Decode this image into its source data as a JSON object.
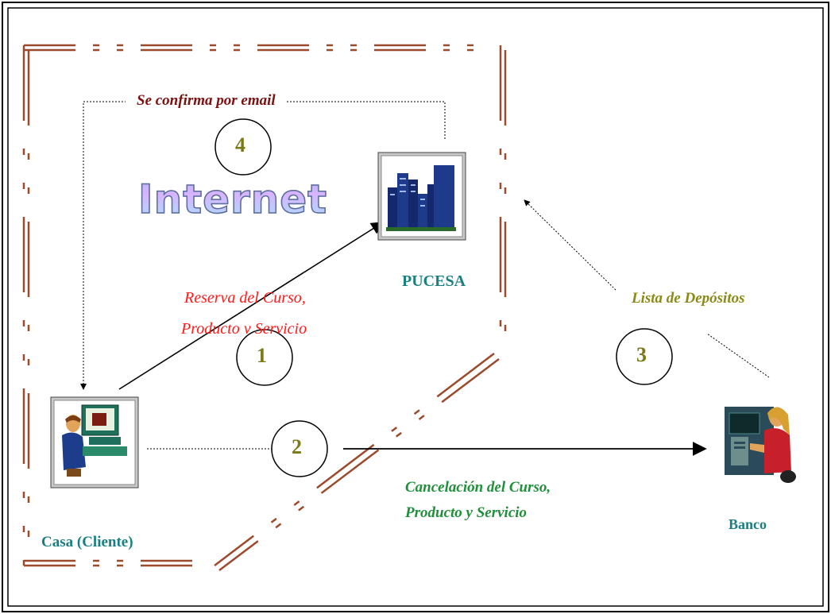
{
  "labels": {
    "top_email": "Se confirma por email",
    "internet": "Internet",
    "pucesa": "PUCESA",
    "reserva_line1": "Reserva del Curso,",
    "reserva_line2": "Producto y Servicio",
    "lista_depositos": "Lista de Depósitos",
    "cancelacion_line1": "Cancelación del  Curso,",
    "cancelacion_line2": "Producto y Servicio",
    "casa": "Casa (Cliente)",
    "banco": "Banco"
  },
  "steps": [
    "1",
    "2",
    "3",
    "4"
  ],
  "icons": {
    "pucesa": "office-buildings-icon",
    "casa": "person-at-computer-icon",
    "banco": "person-at-atm-icon"
  },
  "colors": {
    "teal": "#1a7f7f",
    "red": "#ff1a1a",
    "green": "#1f8f3a",
    "olive": "#8a8a18",
    "maroon": "#7a1010",
    "border": "#9b4a2c"
  }
}
